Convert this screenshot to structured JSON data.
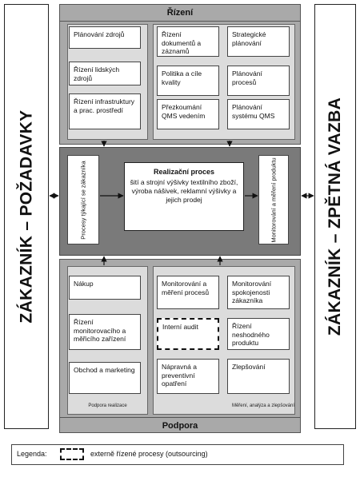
{
  "left_side": "ZÁKAZNÍK – POŽADAVKY",
  "right_side": "ZÁKAZNÍK – ZPĚTNÁ VAZBA",
  "rizeni": {
    "title": "Řízení",
    "left": [
      "Plánování zdrojů",
      "Řízení lidských zdrojů",
      "Řízení infrastruktury a prac. prostředí"
    ],
    "right": [
      "Řízení dokumentů a záznamů",
      "Strategické plánování",
      "Politika a cíle kvality",
      "Plánování procesů",
      "Přezkoumání QMS vedením",
      "Plánování systému QMS"
    ]
  },
  "realizace": {
    "left_vertical": "Procesy týkající se zákazníka",
    "title": "Realizační proces",
    "body": "šití a strojní výšivky textilního zboží, výroba nášivek, reklamní výšivky a jejich prodej",
    "right_vertical": "Monitorování a měření produktu"
  },
  "podpora": {
    "title": "Podpora",
    "left": [
      "Nákup",
      "Řízení monitorovacího a měřicího zařízení",
      "Obchod a marketing"
    ],
    "left_caption": "Podpora realizace",
    "right": [
      "Monitorování a měření procesů",
      "Monitorování spokojenosti zákazníka",
      "Interní audit",
      "Řízení neshodného produktu",
      "Nápravná a preventivní opatření",
      "Zlepšování"
    ],
    "right_caption": "Měření, analýza a zlepšování"
  },
  "legend": {
    "label": "Legenda:",
    "text": "externě řízené procesy (outsourcing)"
  }
}
